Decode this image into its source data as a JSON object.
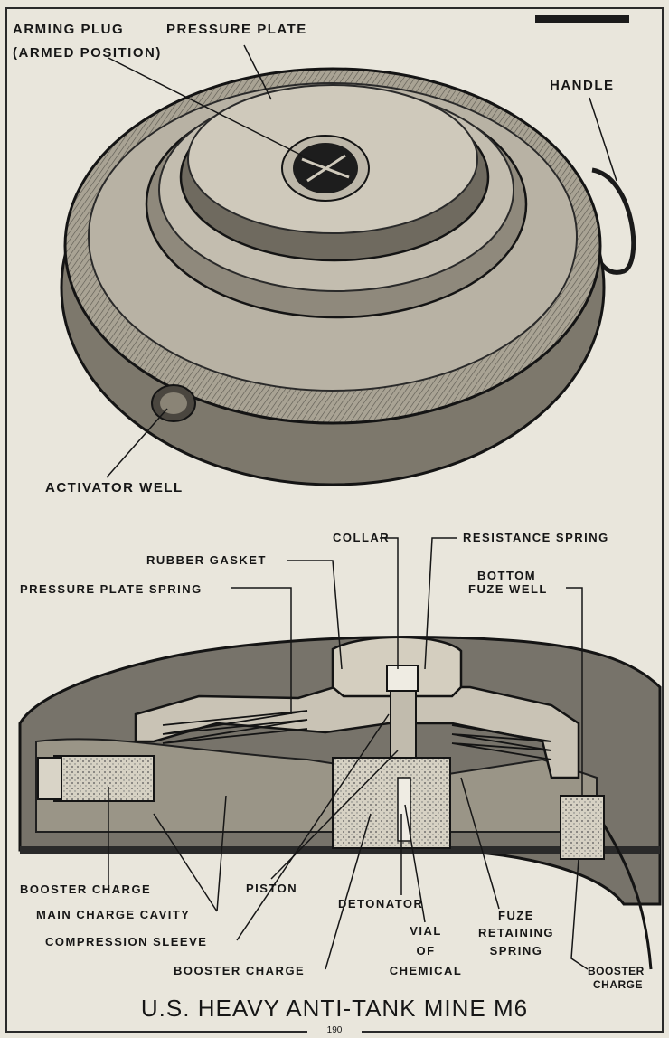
{
  "labels": {
    "arming_plug": "ARMING PLUG",
    "armed_position": "(ARMED POSITION)",
    "pressure_plate": "PRESSURE PLATE",
    "handle": "HANDLE",
    "activator_well": "ACTIVATOR WELL",
    "collar": "COLLAR",
    "resistance_spring": "RESISTANCE SPRING",
    "rubber_gasket": "RUBBER GASKET",
    "bottom": "BOTTOM",
    "fuze_well": "FUZE WELL",
    "pressure_plate_spring": "PRESSURE PLATE SPRING",
    "booster_charge_left": "BOOSTER CHARGE",
    "main_charge_cavity": "MAIN CHARGE CAVITY",
    "compression_sleeve": "COMPRESSION SLEEVE",
    "piston": "PISTON",
    "detonator": "DETONATOR",
    "booster_charge_bottom": "BOOSTER CHARGE",
    "vial": "VIAL",
    "of": "OF",
    "chemical": "CHEMICAL",
    "fuze": "FUZE",
    "retaining": "RETAINING",
    "spring": "SPRING",
    "booster": "BOOSTER",
    "charge": "CHARGE"
  },
  "title": "U.S. HEAVY ANTI-TANK MINE M6",
  "page_number": "190",
  "colors": {
    "ink": "#161616",
    "paper": "#e9e6dc",
    "metal": "#b8b2a4",
    "charge": "#d8d3c6"
  }
}
